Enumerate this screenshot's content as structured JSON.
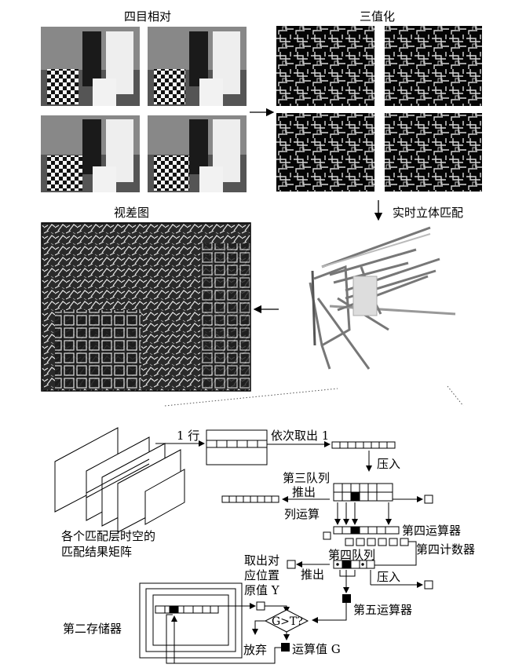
{
  "top": {
    "label_four_view": "四目相对",
    "label_ternary": "三值化",
    "label_disparity": "视差图",
    "label_realtime_match": "实时立体匹配"
  },
  "flow": {
    "label_row1": "1 行",
    "label_take_out_1": "依次取出 1",
    "label_push_in_1": "压入",
    "label_third_queue": "第三队列",
    "label_push_out_1": "推出",
    "label_column_op": "列运算",
    "label_fourth_calc": "第四运算器",
    "label_fourth_counter": "第四计数器",
    "label_fourth_queue": "第四队列",
    "label_take_corr_1": "取出对",
    "label_take_corr_2": "应位置",
    "label_take_corr_3": "原值 Y",
    "label_push_out_2": "推出",
    "label_push_in_2": "压入",
    "label_fifth_calc": "第五运算器",
    "label_compare": "G>T?",
    "label_second_storage": "第二存储器",
    "label_discard": "放弃",
    "label_calc_value": "运算值 G",
    "label_matrix_1": "各个匹配层时空的",
    "label_matrix_2": "匹配结果矩阵"
  }
}
